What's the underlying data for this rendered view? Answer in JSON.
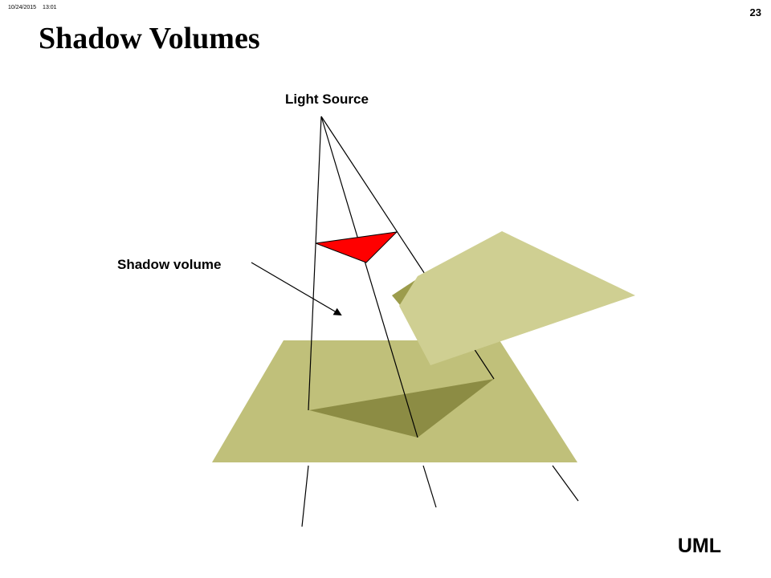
{
  "header": {
    "date": "10/24/2015",
    "time": "13:01",
    "page_number": "23"
  },
  "slide": {
    "title": "Shadow Volumes"
  },
  "diagram": {
    "light_source_label": "Light Source",
    "shadow_volume_label": "Shadow volume",
    "colors": {
      "ground_plane": "#c0c07a",
      "ground_shadow": "#8c8c44",
      "receiver_plane": "#cfcf92",
      "receiver_shadow": "#9c9c4c",
      "occluder_triangle": "#ff0000",
      "line": "#000000"
    }
  },
  "footer": {
    "mark": "UML"
  }
}
